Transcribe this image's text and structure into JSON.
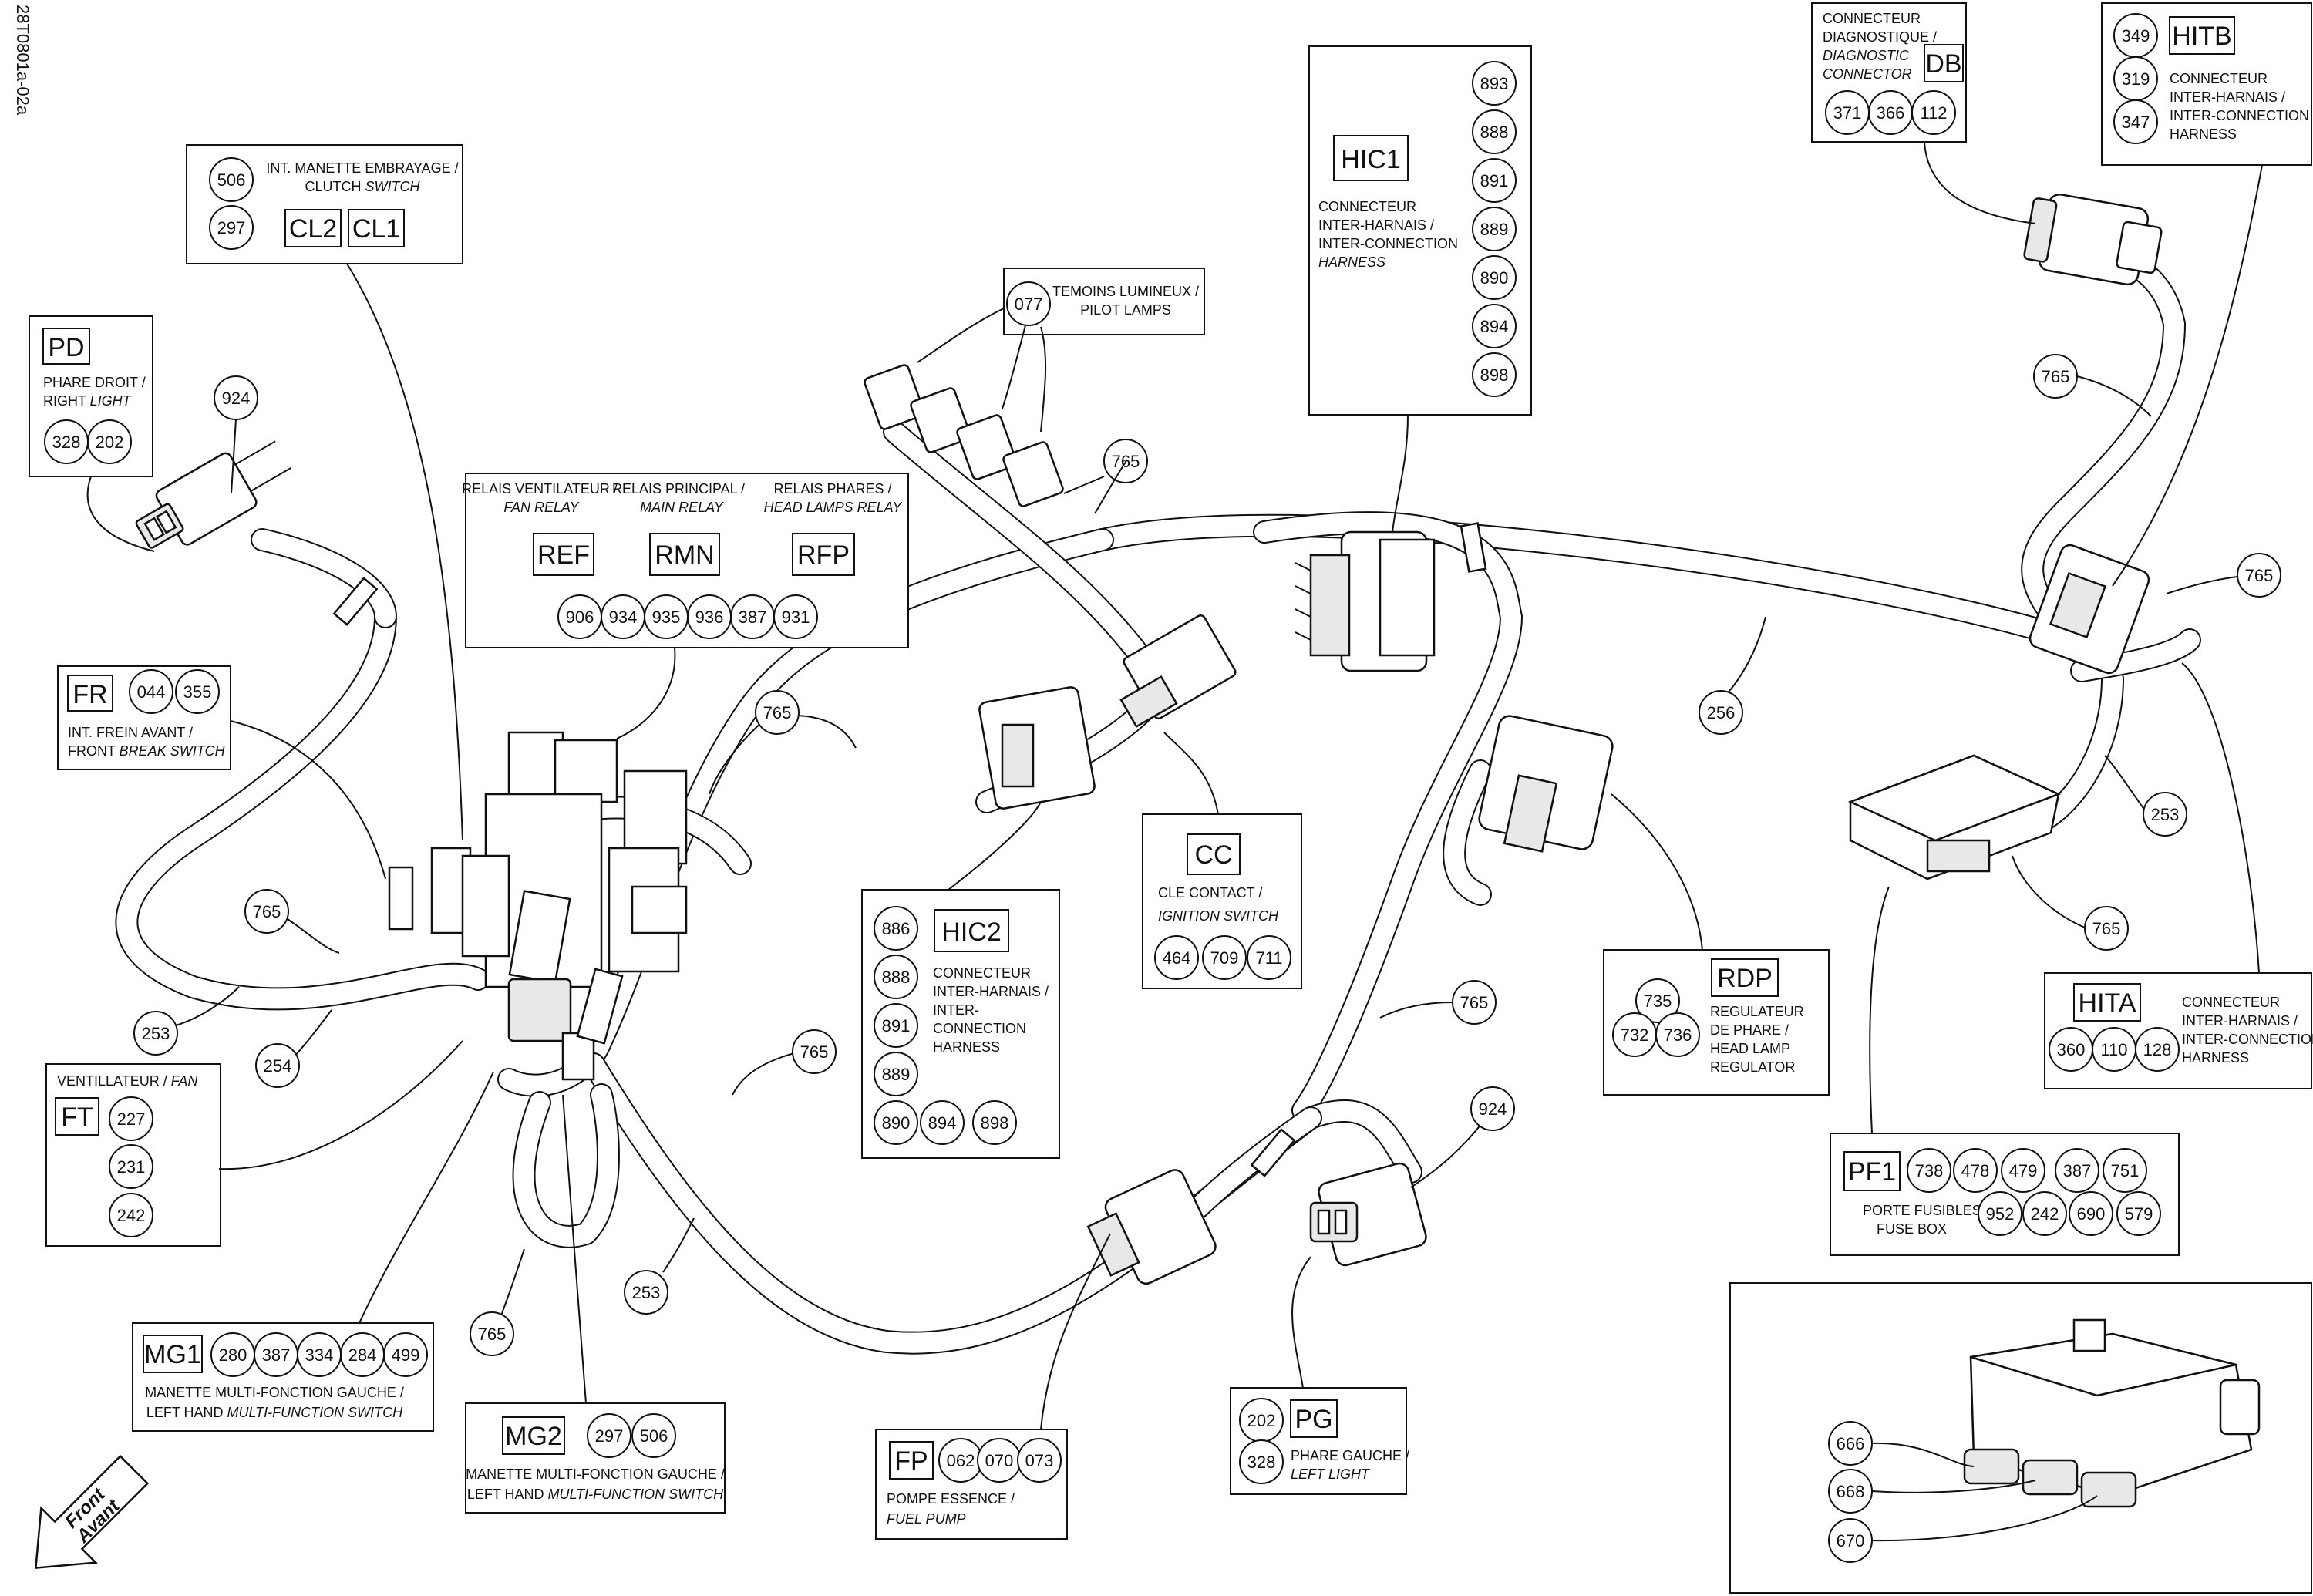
{
  "drawing_ref": "28T0801a-02a",
  "front_arrow": {
    "line1": "Front",
    "line2": "Avant"
  },
  "colors": {
    "ink": "#111111",
    "paper": "#ffffff"
  },
  "icons": [
    "front-arrow-icon",
    "wiring-harness-drawing",
    "connector-detail-drawing"
  ],
  "callouts": {
    "pd": {
      "sym": "PD",
      "l1": "PHARE DROIT /",
      "l2a": "RIGHT ",
      "l2b": "LIGHT",
      "codes": [
        "328",
        "202"
      ]
    },
    "cl": {
      "l1": "INT. MANETTE EMBRAYAGE /",
      "l2a": "CLUTCH ",
      "l2b": "SWITCH",
      "codes": [
        "506",
        "297"
      ],
      "syms": [
        "CL2",
        "CL1"
      ]
    },
    "fr": {
      "sym": "FR",
      "codes": [
        "044",
        "355"
      ],
      "l1": "INT. FREIN AVANT /",
      "l2a": "FRONT ",
      "l2b": "BREAK SWITCH"
    },
    "relays": {
      "labels": [
        {
          "l1": "RELAIS VENTILATEUR /",
          "l2": "FAN RELAY",
          "sym": "REF"
        },
        {
          "l1": "RELAIS PRINCIPAL /",
          "l2": "MAIN RELAY",
          "sym": "RMN"
        },
        {
          "l1": "RELAIS PHARES /",
          "l2": "HEAD LAMPS RELAY",
          "sym": "RFP"
        }
      ],
      "codes": [
        "906",
        "934",
        "935",
        "936",
        "387",
        "931"
      ]
    },
    "temoins": {
      "code": "077",
      "l1": "TEMOINS LUMINEUX /",
      "l2": "PILOT LAMPS"
    },
    "hic1": {
      "sym": "HIC1",
      "l1": "CONNECTEUR",
      "l2": "INTER-HARNAIS /",
      "l3": "INTER-CONNECTION",
      "l4": "HARNESS",
      "codes": [
        "893",
        "888",
        "891",
        "889",
        "890",
        "894",
        "898"
      ]
    },
    "db": {
      "l1": "CONNECTEUR",
      "l2": "DIAGNOSTIQUE /",
      "l3": "DIAGNOSTIC",
      "l4": "CONNECTOR",
      "sym": "DB",
      "codes": [
        "371",
        "366",
        "112"
      ]
    },
    "hitb": {
      "sym": "HITB",
      "l1": "CONNECTEUR",
      "l2": "INTER-HARNAIS /",
      "l3": "INTER-CONNECTION",
      "l4": "HARNESS",
      "codes": [
        "349",
        "319",
        "347"
      ]
    },
    "ft": {
      "title_a": "VENTILLATEUR / ",
      "title_b": "FAN",
      "sym": "FT",
      "codes": [
        "227",
        "231",
        "242"
      ]
    },
    "hic2": {
      "sym": "HIC2",
      "l1": "CONNECTEUR",
      "l2": "INTER-HARNAIS /",
      "l3": "INTER-",
      "l4": "CONNECTION",
      "l5": "HARNESS",
      "codes": [
        "886",
        "888",
        "891",
        "889",
        "890",
        "894",
        "898"
      ]
    },
    "cc": {
      "sym": "CC",
      "l1": "CLE CONTACT /",
      "l2": "IGNITION SWITCH",
      "codes": [
        "464",
        "709",
        "711"
      ]
    },
    "rdp": {
      "sym": "RDP",
      "l1": "REGULATEUR",
      "l2": "DE PHARE /",
      "l3": "HEAD LAMP",
      "l4": "REGULATOR",
      "codes": [
        "735",
        "732",
        "736"
      ]
    },
    "hita": {
      "sym": "HITA",
      "l1": "CONNECTEUR",
      "l2": "INTER-HARNAIS /",
      "l3": "INTER-CONNECTION",
      "l4": "HARNESS",
      "codes": [
        "360",
        "110",
        "128"
      ]
    },
    "pf1": {
      "sym": "PF1",
      "l1": "PORTE FUSIBLES /",
      "l2": "FUSE BOX",
      "codes_top": [
        "738",
        "478",
        "479",
        "387",
        "751"
      ],
      "codes_bot": [
        "952",
        "242",
        "690",
        "579"
      ]
    },
    "mg1": {
      "sym": "MG1",
      "codes": [
        "280",
        "387",
        "334",
        "284",
        "499"
      ],
      "l1": "MANETTE MULTI-FONCTION GAUCHE /",
      "l2a": "LEFT HAND ",
      "l2b": "MULTI-FUNCTION SWITCH"
    },
    "mg2": {
      "sym": "MG2",
      "codes": [
        "297",
        "506"
      ],
      "l1": "MANETTE MULTI-FONCTION GAUCHE /",
      "l2a": "LEFT HAND ",
      "l2b": "MULTI-FUNCTION SWITCH"
    },
    "fp": {
      "sym": "FP",
      "codes": [
        "062",
        "070",
        "073"
      ],
      "l1": "POMPE ESSENCE /",
      "l2": "FUEL PUMP"
    },
    "pg": {
      "codes": [
        "202",
        "328"
      ],
      "sym": "PG",
      "l1": "PHARE GAUCHE /",
      "l2": "LEFT LIGHT"
    }
  },
  "balloons": [
    "924",
    "765",
    "765",
    "765",
    "765",
    "765",
    "765",
    "765",
    "765",
    "253",
    "254",
    "765",
    "253",
    "765",
    "924",
    "256",
    "765",
    "765",
    "253",
    "765"
  ],
  "detail": {
    "codes": [
      "666",
      "668",
      "670"
    ]
  }
}
